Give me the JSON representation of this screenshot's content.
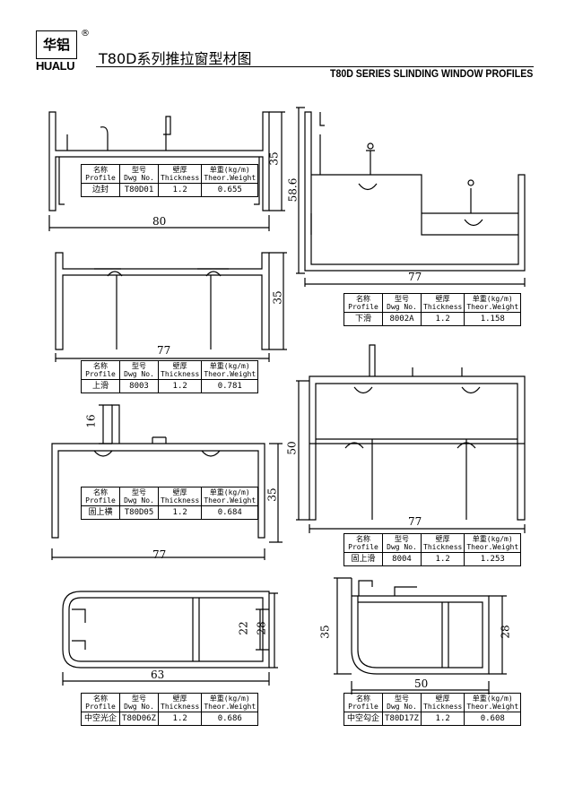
{
  "header": {
    "logo_cn": "华铝",
    "logo_en": "HUALU",
    "registered": "®",
    "title_cn": "T80D系列推拉窗型材图",
    "title_en": "T80D SERIES SLINDING WINDOW PROFILES"
  },
  "table_headers": {
    "profile_cn": "名称",
    "profile_en": "Profile",
    "dwg_cn": "型号",
    "dwg_en": "Dwg No.",
    "thick_cn": "壁厚",
    "thick_en": "Thickness",
    "weight_cn": "单重(kg/m)",
    "weight_en": "Theor.Weight"
  },
  "profiles": [
    {
      "name": "边封",
      "dwg": "T80D01",
      "thickness": "1.2",
      "weight": "0.655",
      "dims": [
        "35",
        "80"
      ]
    },
    {
      "name": "下滑",
      "dwg": "8002A",
      "thickness": "1.2",
      "weight": "1.158",
      "dims": [
        "58.6",
        "77"
      ]
    },
    {
      "name": "上滑",
      "dwg": "8003",
      "thickness": "1.2",
      "weight": "0.781",
      "dims": [
        "35",
        "77"
      ]
    },
    {
      "name": "固上横",
      "dwg": "T80D05",
      "thickness": "1.2",
      "weight": "0.684",
      "dims": [
        "16",
        "35",
        "77"
      ]
    },
    {
      "name": "固上滑",
      "dwg": "8004",
      "thickness": "1.2",
      "weight": "1.253",
      "dims": [
        "50",
        "77"
      ]
    },
    {
      "name": "中空光企",
      "dwg": "T80D06Z",
      "thickness": "1.2",
      "weight": "0.686",
      "dims": [
        "22",
        "28",
        "63"
      ]
    },
    {
      "name": "中空勾企",
      "dwg": "T80D17Z",
      "thickness": "1.2",
      "weight": "0.608",
      "dims": [
        "35",
        "28",
        "50"
      ]
    }
  ]
}
